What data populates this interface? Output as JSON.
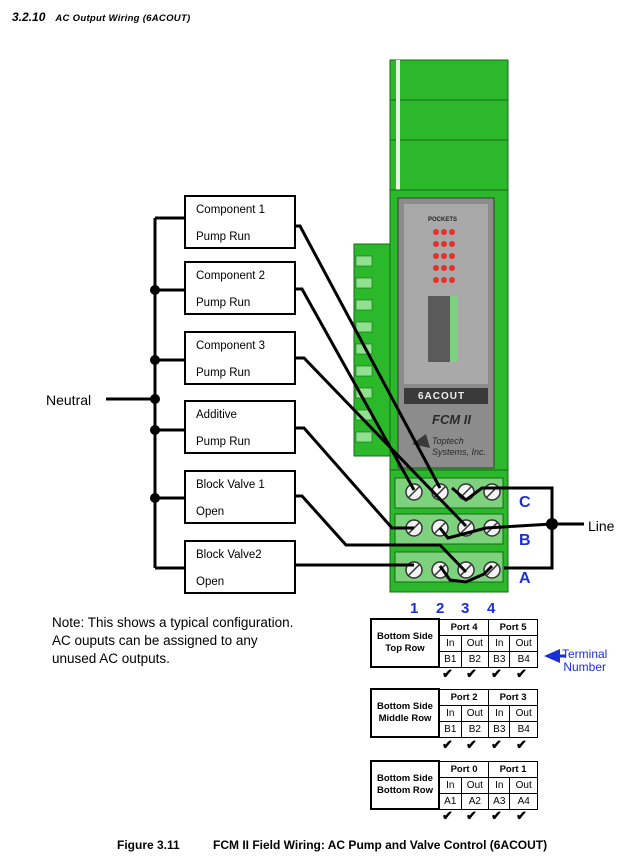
{
  "heading": {
    "number": "3.2.10",
    "title": "AC Output Wiring (6ACOUT)"
  },
  "components": [
    {
      "name": "Component 1",
      "state": "Pump Run"
    },
    {
      "name": "Component 2",
      "state": "Pump Run"
    },
    {
      "name": "Component 3",
      "state": "Pump Run"
    },
    {
      "name": "Additive",
      "state": "Pump Run"
    },
    {
      "name": "Block Valve 1",
      "state": "Open"
    },
    {
      "name": "Block Valve2",
      "state": "Open"
    }
  ],
  "neutral_label": "Neutral",
  "line_label": "Line",
  "device": {
    "led_panel_title": "POCKETS",
    "model_label": "6ACOUT",
    "product_name": "FCM II",
    "brand_line1": "Toptech",
    "brand_line2": "Systems, Inc."
  },
  "terminal_numbers": [
    "1",
    "2",
    "3",
    "4"
  ],
  "row_letters": [
    "C",
    "B",
    "A"
  ],
  "note": {
    "line1": "Note:  This shows a typical configuration.",
    "line2": "AC ouputs can be assigned to any",
    "line3": "unused AC outputs."
  },
  "tables": [
    {
      "side_line1": "Bottom Side",
      "side_line2": "Top Row",
      "port_a": "Port 4",
      "port_b": "Port 5",
      "io": [
        "In",
        "Out",
        "In",
        "Out"
      ],
      "terminals": [
        "B1",
        "B2",
        "B3",
        "B4"
      ]
    },
    {
      "side_line1": "Bottom Side",
      "side_line2": "Middle Row",
      "port_a": "Port 2",
      "port_b": "Port 3",
      "io": [
        "In",
        "Out",
        "In",
        "Out"
      ],
      "terminals": [
        "B1",
        "B2",
        "B3",
        "B4"
      ]
    },
    {
      "side_line1": "Bottom Side",
      "side_line2": "Bottom Row",
      "port_a": "Port 0",
      "port_b": "Port 1",
      "io": [
        "In",
        "Out",
        "In",
        "Out"
      ],
      "terminals": [
        "A1",
        "A2",
        "A3",
        "A4"
      ]
    }
  ],
  "check_mark": "✔",
  "terminal_number_label": {
    "line1": "Terminal",
    "line2": "Number"
  },
  "caption": {
    "number": "Figure 3.11",
    "title": "FCM II Field Wiring: AC Pump and Valve Control (6ACOUT)"
  },
  "colors": {
    "module_green": "#2bb82b",
    "module_dark": "#1e8f1e",
    "accent_blue": "#1a2fd6",
    "led_red": "#e8302a"
  }
}
